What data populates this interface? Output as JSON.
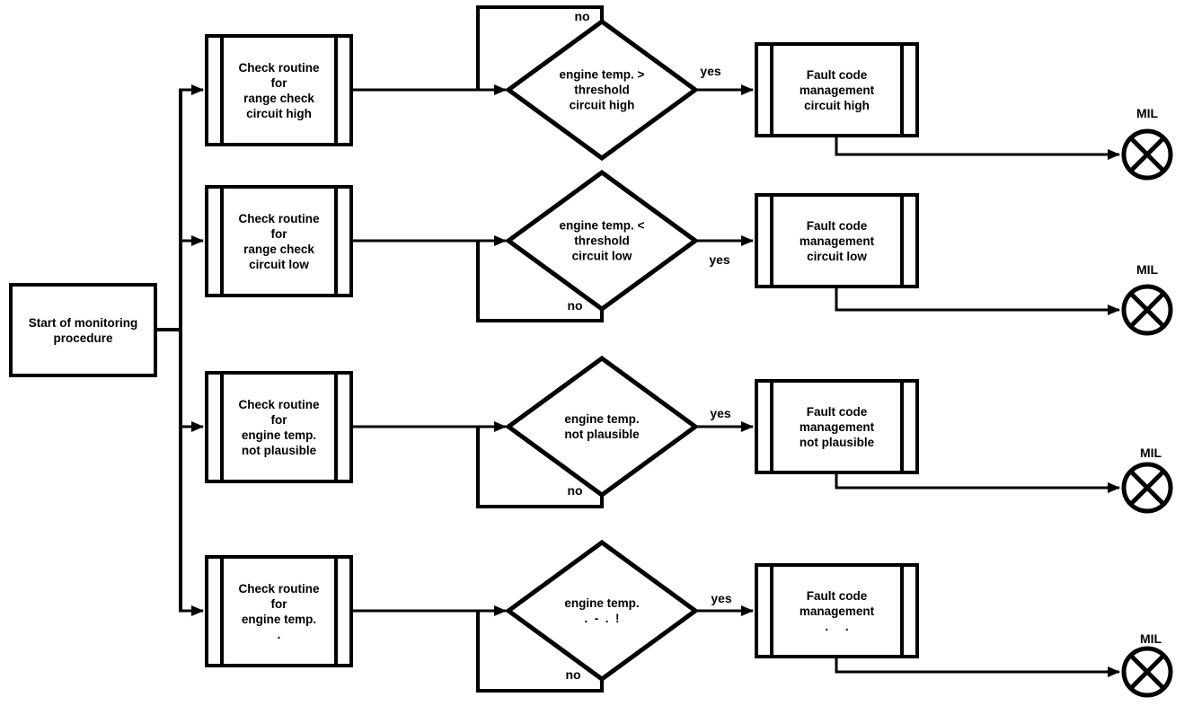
{
  "start": {
    "text": "Start of monitoring\nprocedure"
  },
  "labels": {
    "yes": "yes",
    "no": "no",
    "mil": "MIL"
  },
  "rows": [
    {
      "check": "Check routine\nfor\nrange check\ncircuit high",
      "decision": "engine temp. >\nthreshold\ncircuit high",
      "fault": "Fault code\nmanagement\ncircuit high"
    },
    {
      "check": "Check routine\nfor\nrange check\ncircuit low",
      "decision": "engine temp. <\nthreshold\ncircuit low",
      "fault": "Fault code\nmanagement\ncircuit low"
    },
    {
      "check": "Check routine\nfor\nengine temp.\nnot plausible",
      "decision": "engine temp.\nnot plausible",
      "fault": "Fault code\nmanagement\nnot plausible"
    },
    {
      "check": "Check routine\nfor\nengine temp.\n.",
      "decision": "engine temp.\n.  -  .  !",
      "fault": "Fault code\nmanagement\n.     ."
    }
  ],
  "colors": {
    "line": "#000000",
    "background": "#ffffff"
  }
}
